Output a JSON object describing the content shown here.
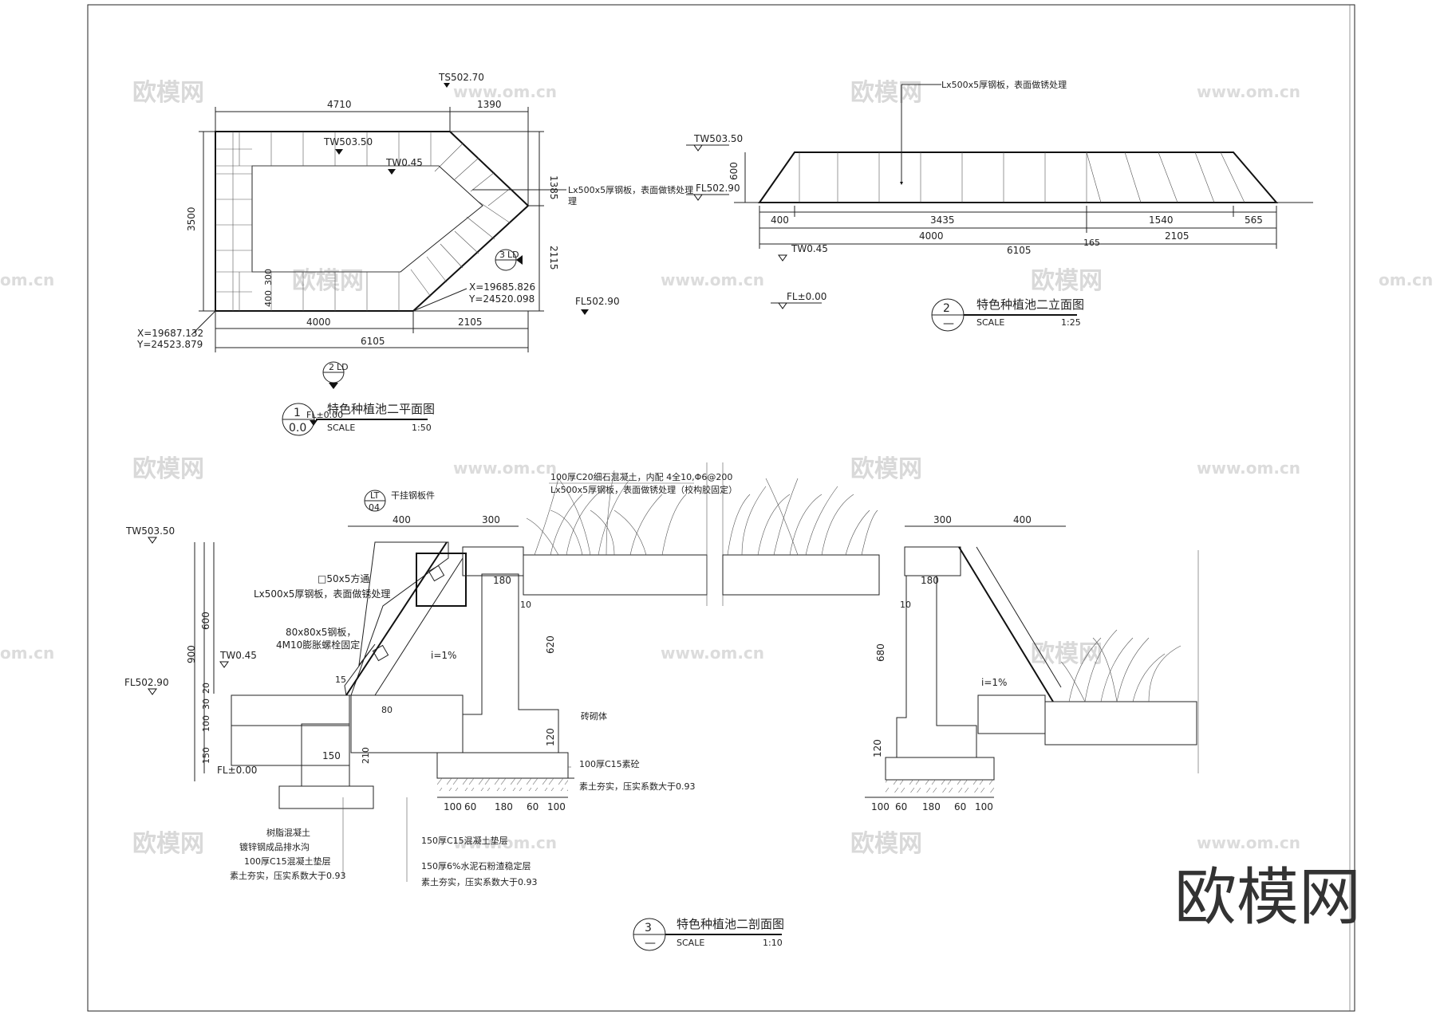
{
  "watermarks": {
    "logo_cn": "欧模网",
    "url": "www.om.cn",
    "url_partial": "om.cn",
    "big_logo": "欧模网"
  },
  "plan": {
    "dim_top_1": "4710",
    "dim_top_2": "1390",
    "dim_left": "3500",
    "dim_right_1": "1385",
    "dim_right_2": "2115",
    "dim_bot_1": "4000",
    "dim_bot_2": "2105",
    "dim_bot_total": "6105",
    "dim_small_1": "400",
    "dim_small_2": "300",
    "ts": "TS502.70",
    "tw": "TW503.50",
    "tw2": "TW0.45",
    "fl": "FL502.90",
    "steel_note_1": "Lx500x5厚钢板，表面做锈处理",
    "steel_note_2": "理",
    "coord_1_x": "X=19687.132",
    "coord_1_y": "Y=24523.879",
    "coord_2_x": "X=19685.826",
    "coord_2_y": "Y=24520.098",
    "ref_a": "3",
    "ref_a_sheet": "LD",
    "ref_b": "2",
    "ref_b_sheet": "LD",
    "title_num": "1",
    "title_sheet": "0.0",
    "title_fl": "FL±0.00",
    "title": "特色种植池二平面图",
    "scale_label": "SCALE",
    "scale": "1:50"
  },
  "elevation": {
    "steel_note": "Lx500x5厚钢板，表面做锈处理",
    "tw": "TW503.50",
    "fl": "FL502.90",
    "h": "600",
    "d1": "400",
    "d2": "3435",
    "d3": "1540",
    "d4": "565",
    "d5": "4000",
    "d6": "2105",
    "d7": "165",
    "d8": "6105",
    "tw2": "TW0.45",
    "fl0": "FL±0.00",
    "title_num": "2",
    "title_sheet": "—",
    "title": "特色种植池二立面图",
    "scale_label": "SCALE",
    "scale": "1:25"
  },
  "section": {
    "top_note_1": "100厚C20细石混凝土，内配 4全10,Φ6@200",
    "top_note_2": "Lx500x5厚钢板，表面做锈处理（校构胶固定）",
    "detail_ref_top": "LT",
    "detail_ref_bot": "04",
    "detail_note": "干挂钢板件",
    "w400": "400",
    "w300": "300",
    "w300b": "300",
    "w400b": "400",
    "tw": "TW503.50",
    "tw2": "TW0.45",
    "fl": "FL502.90",
    "fl0": "FL±0.00",
    "tube": "□50x5方通",
    "plate": "Lx500x5厚钢板，表面做锈处理",
    "angle_1": "80x80x5钢板，",
    "angle_2": "4M10膨胀螺栓固定",
    "h600": "600",
    "h900": "900",
    "h20": "20",
    "h30": "30",
    "h100": "100",
    "h150": "150",
    "d15": "15",
    "d150": "150",
    "d210": "210",
    "d80": "80",
    "slope": "i=1%",
    "slope_r": "i=1%",
    "d180": "180",
    "d10": "10",
    "d620": "620",
    "d120": "120",
    "d180r": "180",
    "d10r": "10",
    "d680": "680",
    "d120r": "120",
    "brick": "砖砌体",
    "c15": "100厚C15素砼",
    "soil": "素土夯实，压实系数大于0.93",
    "b1": "100",
    "b2": "60",
    "b3": "180",
    "b4": "60",
    "b5": "100",
    "b1r": "100",
    "b2r": "60",
    "b3r": "180",
    "b4r": "60",
    "b5r": "100",
    "drain_1": "树脂混凝土",
    "drain_2": "镀锌钢成品排水沟",
    "drain_3": "100厚C15混凝土垫层",
    "drain_4": "素土夯实，压实系数大于0.93",
    "base_1": "150厚C15混凝土垫层",
    "base_2": "150厚6%水泥石粉渣稳定层",
    "base_3": "素土夯实，压实系数大于0.93",
    "title_num": "3",
    "title_sheet": "—",
    "title": "特色种植池二剖面图",
    "scale_label": "SCALE",
    "scale": "1:10"
  }
}
